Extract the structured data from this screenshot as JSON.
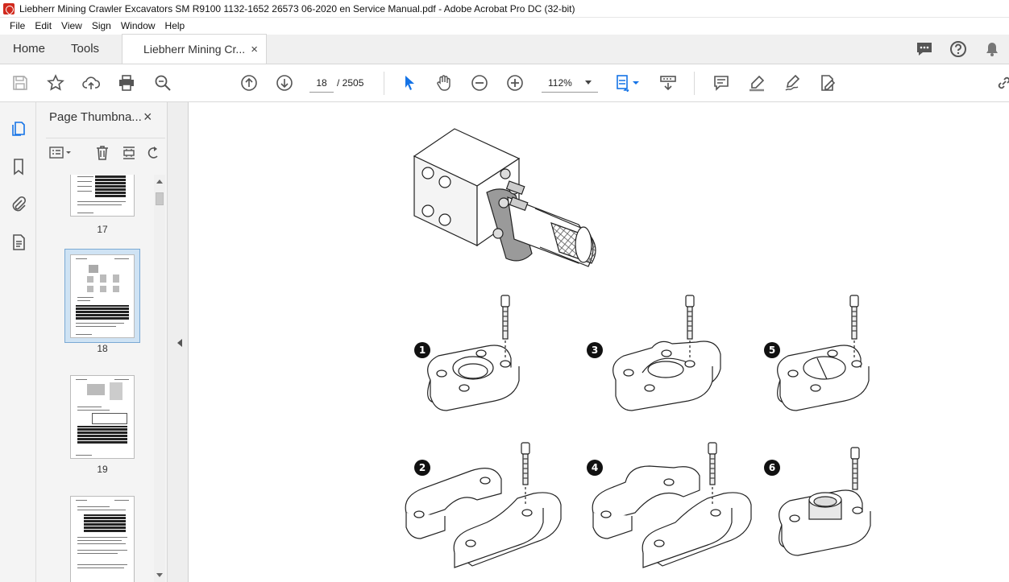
{
  "window": {
    "title": "Liebherr Mining Crawler Excavators SM R9100 1132-1652 26573 06-2020 en Service Manual.pdf - Adobe Acrobat Pro DC (32-bit)"
  },
  "menu": {
    "items": [
      "File",
      "Edit",
      "View",
      "Sign",
      "Window",
      "Help"
    ]
  },
  "tabs": {
    "home": "Home",
    "tools": "Tools",
    "document": "Liebherr Mining Cr...",
    "close": "×"
  },
  "toolbar": {
    "current_page": "18",
    "page_total": "/ 2505",
    "zoom": "112%"
  },
  "thumbnail_panel": {
    "title": "Page Thumbna...",
    "close": "×",
    "pages": [
      {
        "label": "17"
      },
      {
        "label": "18",
        "selected": true
      },
      {
        "label": "19"
      }
    ]
  },
  "document": {
    "badges": [
      "1",
      "2",
      "3",
      "4",
      "5",
      "6"
    ]
  },
  "colors": {
    "accent": "#1473e6",
    "selection": "#cfe3f4",
    "pdf_red": "#d12a1e"
  }
}
